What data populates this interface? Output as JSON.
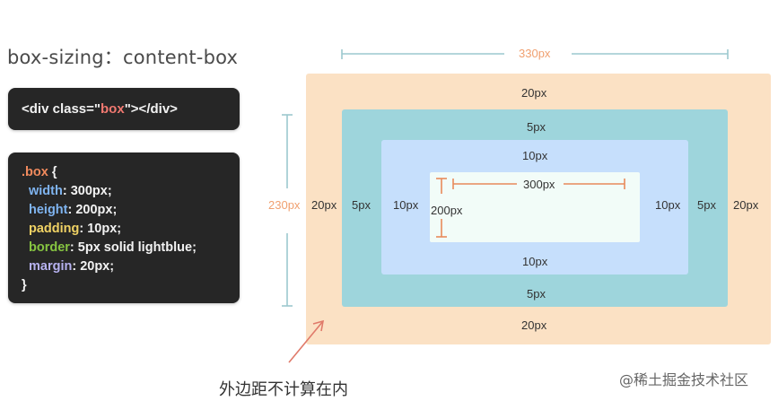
{
  "heading": "box-sizing：content-box",
  "html_snippet": {
    "open_tag": "<div class=\"",
    "class_value": "box",
    "close_tag": "\"></div>"
  },
  "css_snippet": {
    "selector": ".box",
    "open_brace": " {",
    "close_brace": "}",
    "declarations": [
      {
        "property": "width",
        "value": ": 300px;"
      },
      {
        "property": "height",
        "value": ": 200px;"
      },
      {
        "property": "padding",
        "value": ": 10px;"
      },
      {
        "property": "border",
        "value": ": 5px solid lightblue;"
      },
      {
        "property": "margin",
        "value": ": 20px;"
      }
    ]
  },
  "diagram": {
    "total_width_label": "330px",
    "total_height_label": "230px",
    "margin_label": "20px",
    "border_label": "5px",
    "padding_label": "10px",
    "content_width_label": "300px",
    "content_height_label": "200px"
  },
  "note": "外边距不计算在内",
  "watermark": "@稀土掘金技术社区",
  "colors": {
    "margin": "#fbe1c4",
    "border": "#9ed5dc",
    "padding": "#c6dffc",
    "content": "#f2fcf8",
    "dimension_orange": "#f0a070",
    "dimension_teal": "#9cc8cf",
    "code_background": "#262626"
  }
}
